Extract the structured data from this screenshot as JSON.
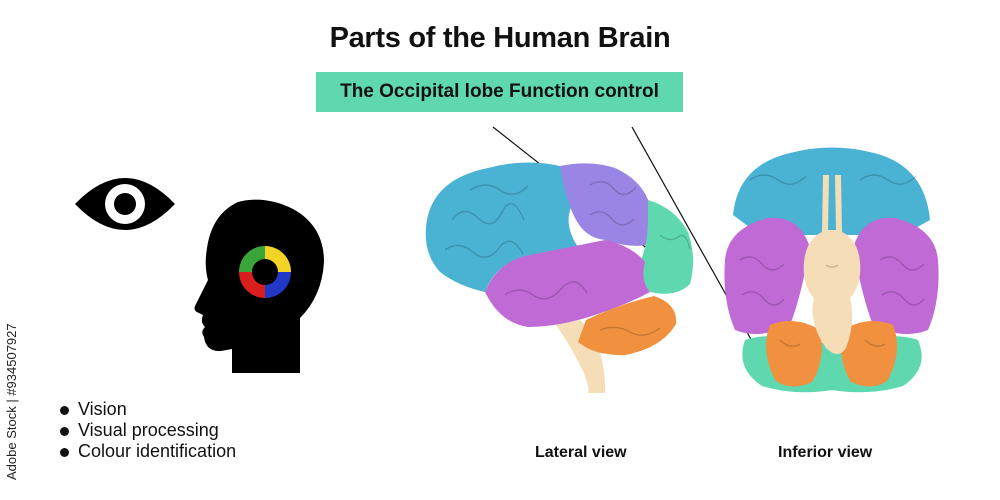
{
  "title": "Parts of the Human Brain",
  "subtitle": "The Occipital lobe Function control",
  "functions": [
    "Vision",
    "Visual processing",
    "Colour identification"
  ],
  "views": {
    "lateral": "Lateral view",
    "inferior": "Inferior view"
  },
  "credit": "Adobe Stock | #934507927",
  "icons": {
    "eye": "eye-icon",
    "head": "head-profile-icon"
  },
  "colors": {
    "frontal": "#4ab3d3",
    "parietal": "#9a85e4",
    "temporal": "#c06ad6",
    "occipital": "#5fd8b0",
    "cerebellum": "#f1913f",
    "brainstem": "#f5ddb8",
    "highlight": "#5fd8b0"
  }
}
